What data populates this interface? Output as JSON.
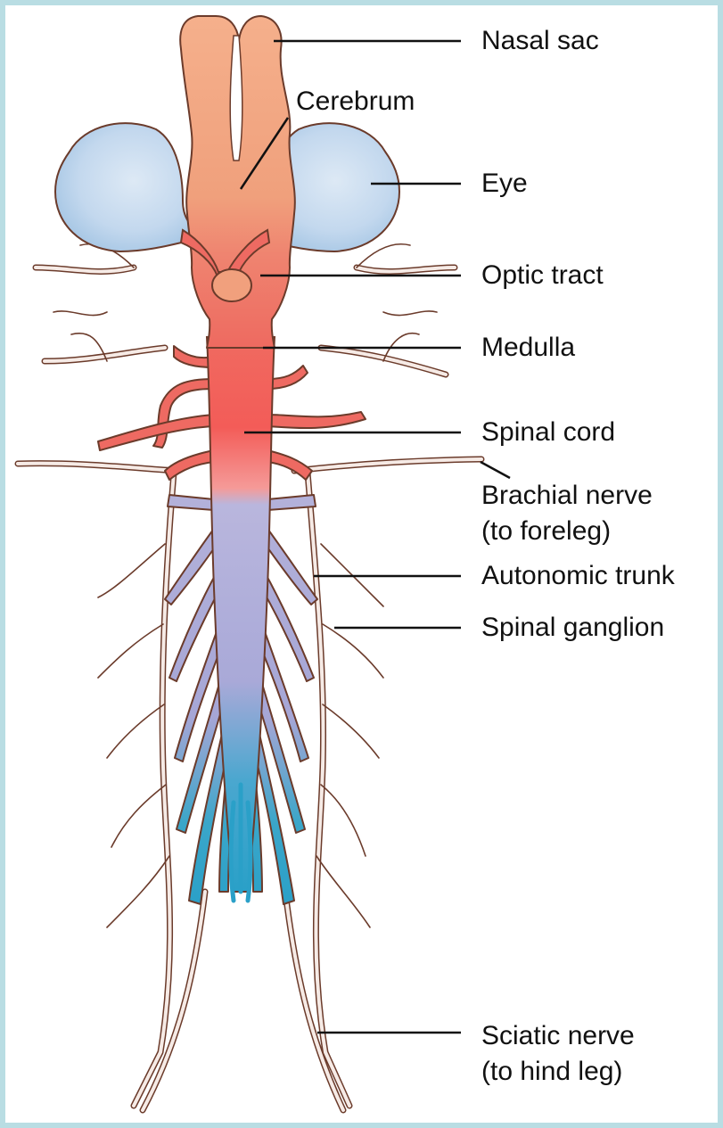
{
  "labels": {
    "nasal_sac": "Nasal sac",
    "cerebrum": "Cerebrum",
    "eye": "Eye",
    "optic_tract": "Optic tract",
    "medulla": "Medulla",
    "spinal_cord": "Spinal cord",
    "brachial_nerve_1": "Brachial nerve",
    "brachial_nerve_2": "(to foreleg)",
    "autonomic_trunk": "Autonomic trunk",
    "spinal_ganglion": "Spinal ganglion",
    "sciatic_nerve_1": "Sciatic nerve",
    "sciatic_nerve_2": "(to hind leg)"
  },
  "colors": {
    "frame": "#b9dde3",
    "nasal_cerebrum": "#f2a57f",
    "eye": "#c6dcef",
    "medulla_cord": "#f0615a",
    "cord_lower": "#b3b2d9",
    "cauda": "#3aa6c9",
    "nerve_fill": "#f6ebe6",
    "nerve_stroke": "#6b3b2b"
  }
}
